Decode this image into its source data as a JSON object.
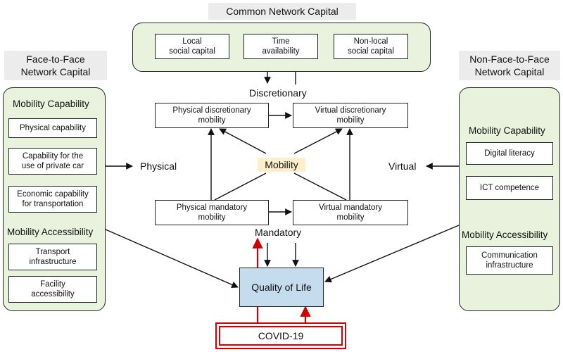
{
  "common": {
    "title": "Common Network Capital",
    "items": [
      "Local\nsocial capital",
      "Time\navailability",
      "Non-local\nsocial capital"
    ]
  },
  "left": {
    "title": "Face-to-Face\nNetwork Capital",
    "capability_heading": "Mobility Capability",
    "capability_items": [
      "Physical capability",
      "Capability for the\nuse of private car",
      "Economic capability\nfor transportation"
    ],
    "accessibility_heading": "Mobility Accessibility",
    "accessibility_items": [
      "Transport\ninfrastructure",
      "Facility\naccessibility"
    ]
  },
  "right": {
    "title": "Non-Face-to-Face\nNetwork Capital",
    "capability_heading": "Mobility Capability",
    "capability_items": [
      "Digital literacy",
      "ICT competence"
    ],
    "accessibility_heading": "Mobility Accessibility",
    "accessibility_items": [
      "Communication\ninfrastructure"
    ]
  },
  "mobility": {
    "discretionary_label": "Discretionary",
    "mandatory_label": "Mandatory",
    "physical_label": "Physical",
    "virtual_label": "Virtual",
    "center_label": "Mobility",
    "physical_discretionary": "Physical discretionary\nmobility",
    "virtual_discretionary": "Virtual discretionary\nmobility",
    "physical_mandatory": "Physical mandatory\nmobility",
    "virtual_mandatory": "Virtual mandatory\nmobility"
  },
  "outcome": {
    "quality_of_life": "Quality of Life",
    "covid": "COVID-19"
  },
  "colors": {
    "panel_green": "#e8f2dd",
    "mobility_yellow": "#fdefc9",
    "qol_blue": "#c5dcef",
    "covid_red": "#d10000"
  }
}
